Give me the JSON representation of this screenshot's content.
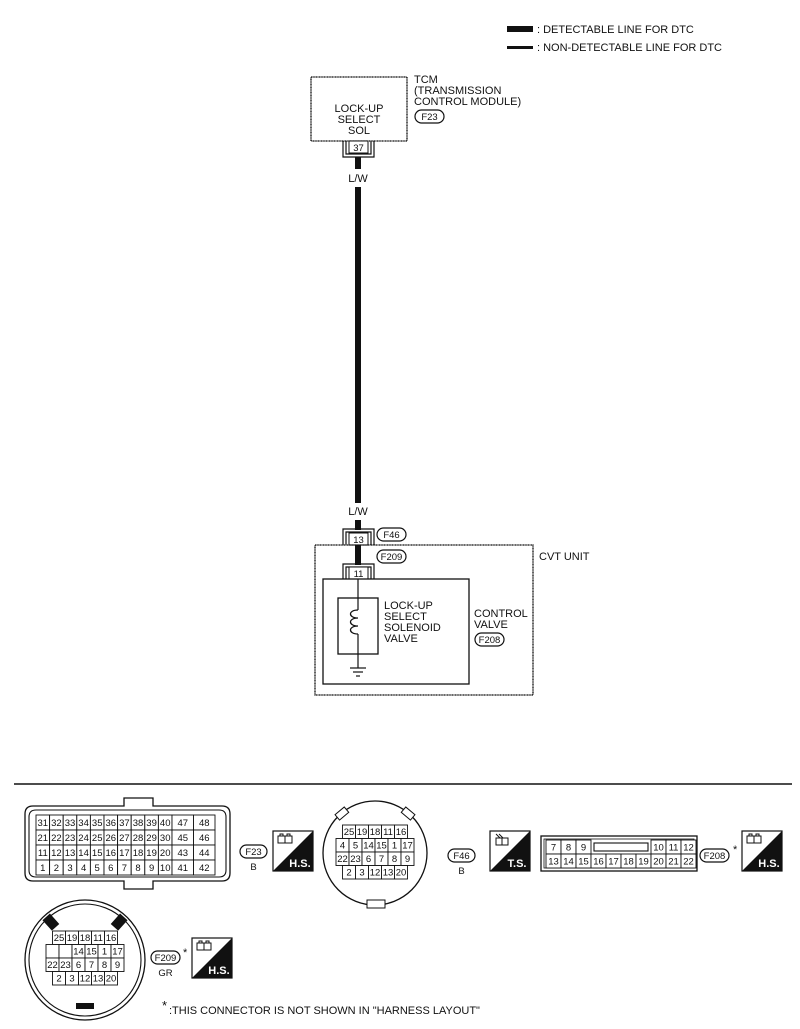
{
  "legend": {
    "detectable": ": DETECTABLE LINE FOR DTC",
    "non_detectable": ": NON-DETECTABLE LINE FOR DTC"
  },
  "tcm": {
    "title_lines": [
      "TCM",
      "(TRANSMISSION",
      "CONTROL MODULE)"
    ],
    "connector": "F23",
    "block_lines": [
      "LOCK-UP",
      "SELECT",
      "SOL"
    ],
    "pin": "37"
  },
  "wire": {
    "color_top": "L/W",
    "color_bottom": "L/W"
  },
  "joint": {
    "connector": "F46",
    "pin": "13"
  },
  "cvt": {
    "title": "CVT UNIT",
    "inner_connector": "F209",
    "inner_pin": "11",
    "control_valve_lines": [
      "CONTROL",
      "VALVE"
    ],
    "control_valve_connector": "F208",
    "solenoid_lines": [
      "LOCK-UP",
      "SELECT",
      "SOLENOID",
      "VALVE"
    ]
  },
  "connectors": {
    "f23": {
      "id": "F23",
      "color": "B",
      "badge": "H.S.",
      "rows": [
        [
          "31",
          "32",
          "33",
          "34",
          "35",
          "36",
          "37",
          "38",
          "39",
          "40",
          "47",
          "48"
        ],
        [
          "21",
          "22",
          "23",
          "24",
          "25",
          "26",
          "27",
          "28",
          "29",
          "30",
          "45",
          "46"
        ],
        [
          "11",
          "12",
          "13",
          "14",
          "15",
          "16",
          "17",
          "18",
          "19",
          "20",
          "43",
          "44"
        ],
        [
          "1",
          "2",
          "3",
          "4",
          "5",
          "6",
          "7",
          "8",
          "9",
          "10",
          "41",
          "42"
        ]
      ]
    },
    "f46": {
      "id": "F46",
      "color": "B",
      "badge": "T.S.",
      "rows": [
        [
          "25",
          "19",
          "18",
          "11",
          "16"
        ],
        [
          "4",
          "5",
          "14",
          "15",
          "1",
          "17"
        ],
        [
          "22",
          "23",
          "6",
          "7",
          "8",
          "9"
        ],
        [
          "2",
          "3",
          "12",
          "13",
          "20"
        ]
      ]
    },
    "f208": {
      "id": "F208",
      "star": "*",
      "badge": "H.S.",
      "rows": [
        [
          "7",
          "8",
          "9",
          "10",
          "11",
          "12"
        ],
        [
          "13",
          "14",
          "15",
          "16",
          "17",
          "18",
          "19",
          "20",
          "21",
          "22"
        ]
      ]
    },
    "f209": {
      "id": "F209",
      "star": "*",
      "color": "GR",
      "badge": "H.S.",
      "rows": [
        [
          "25",
          "19",
          "18",
          "11",
          "16"
        ],
        [
          "",
          "",
          "14",
          "15",
          "1",
          "17"
        ],
        [
          "22",
          "23",
          "6",
          "7",
          "8",
          "9"
        ],
        [
          "2",
          "3",
          "12",
          "13",
          "20"
        ]
      ]
    }
  },
  "footnote": {
    "star": "*",
    "text": ":THIS CONNECTOR IS NOT SHOWN IN \"HARNESS LAYOUT\""
  }
}
